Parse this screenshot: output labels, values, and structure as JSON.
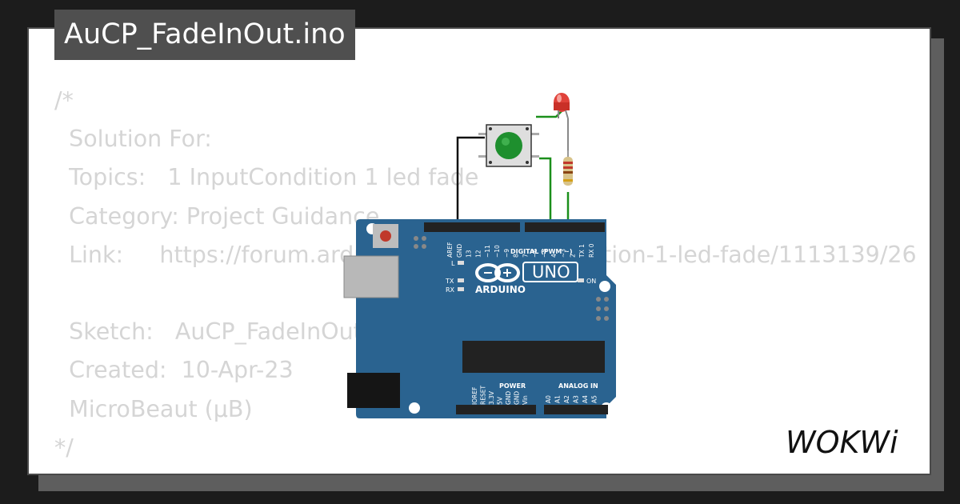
{
  "project": {
    "filename": "AuCP_FadeInOut.ino"
  },
  "code_lines": [
    "/*",
    "  Solution For:",
    "  Topics:   1 InputCondition 1 led fade",
    "  Category: Project Guidance",
    "  Link:     https://forum.arduino.cc/t/1-inputcondition-1-led-fade/1113139/26",
    "",
    "  Sketch:   AuCP_FadeInOut",
    "  Created:  10-Apr-23",
    "  MicroBeaut (µB)",
    "*/"
  ],
  "board": {
    "brand": "ARDUINO",
    "model": "UNO",
    "digital_label": "DIGITAL (PWM ~)",
    "power_label": "POWER",
    "analog_label": "ANALOG IN",
    "on_label": "ON",
    "led_l": "L",
    "tx": "TX",
    "rx": "RX",
    "top_pins": [
      "AREF",
      "GND",
      "13",
      "12",
      "~11",
      "~10",
      "~9",
      "8",
      "7",
      "~6",
      "~5",
      "4",
      "~3",
      "2",
      "TX 1",
      "RX 0"
    ],
    "power_pins": [
      "IOREF",
      "RESET",
      "3.3V",
      "5V",
      "GND",
      "GND",
      "Vin"
    ],
    "analog_pins": [
      "A0",
      "A1",
      "A2",
      "A3",
      "A4",
      "A5"
    ]
  },
  "brand": {
    "logo_text": "WOKWi"
  },
  "colors": {
    "page_bg": "#1c1c1c",
    "card_bg": "#ffffff",
    "title_bg": "#4f4f4f",
    "code_text": "#d5d5d5",
    "board_blue": "#2a6390",
    "button_green": "#1e8f2e",
    "led_red": "#e0423a",
    "wire_green": "#1b8f1b",
    "wire_black": "#111111"
  }
}
